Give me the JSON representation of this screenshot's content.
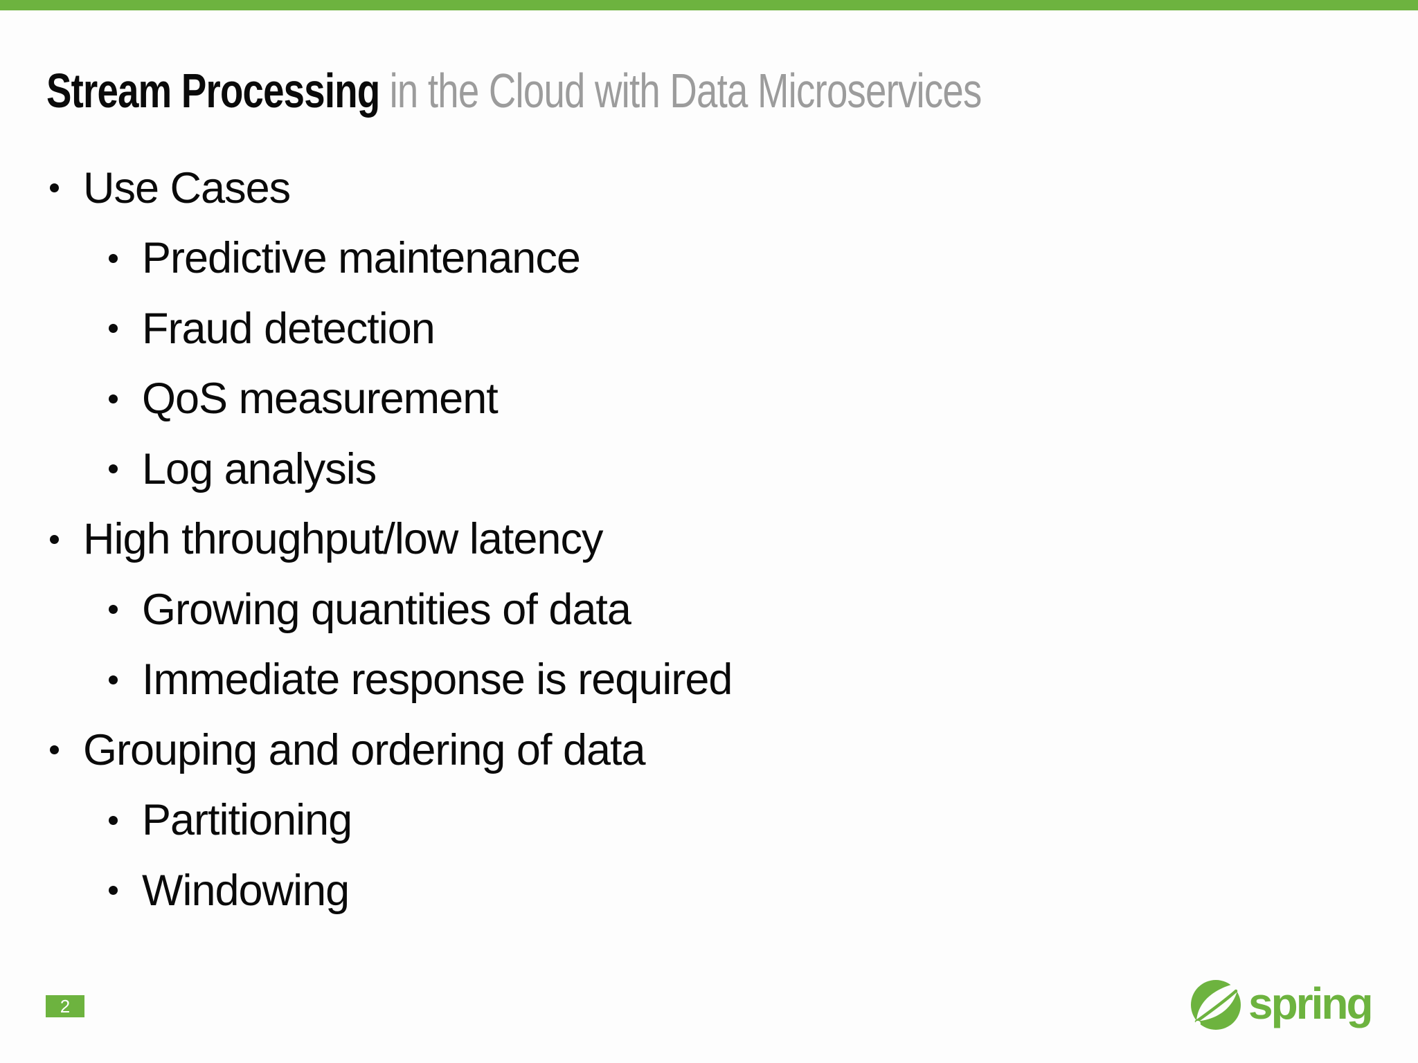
{
  "slide": {
    "title": {
      "emphasis": "Stream Processing",
      "rest": "in the Cloud with Data Microservices"
    },
    "bullets": [
      {
        "level": 1,
        "text": "Use Cases"
      },
      {
        "level": 2,
        "text": "Predictive maintenance"
      },
      {
        "level": 2,
        "text": "Fraud detection"
      },
      {
        "level": 2,
        "text": "QoS measurement"
      },
      {
        "level": 2,
        "text": "Log analysis"
      },
      {
        "level": 1,
        "text": "High throughput/low latency"
      },
      {
        "level": 2,
        "text": "Growing quantities of data"
      },
      {
        "level": 2,
        "text": "Immediate response is required"
      },
      {
        "level": 1,
        "text": "Grouping and ordering of data"
      },
      {
        "level": 2,
        "text": "Partitioning"
      },
      {
        "level": 2,
        "text": "Windowing"
      }
    ],
    "page_number": "2",
    "logo": {
      "wordmark": "spring",
      "icon": "spring-leaf-icon"
    },
    "colors": {
      "accent_green": "#6db33f",
      "title_emphasis": "#0a0a0a",
      "title_rest": "#9c9c9c",
      "body_text": "#0a0a0a",
      "background": "#fdfdfd",
      "badge_text": "#ffffff"
    }
  }
}
